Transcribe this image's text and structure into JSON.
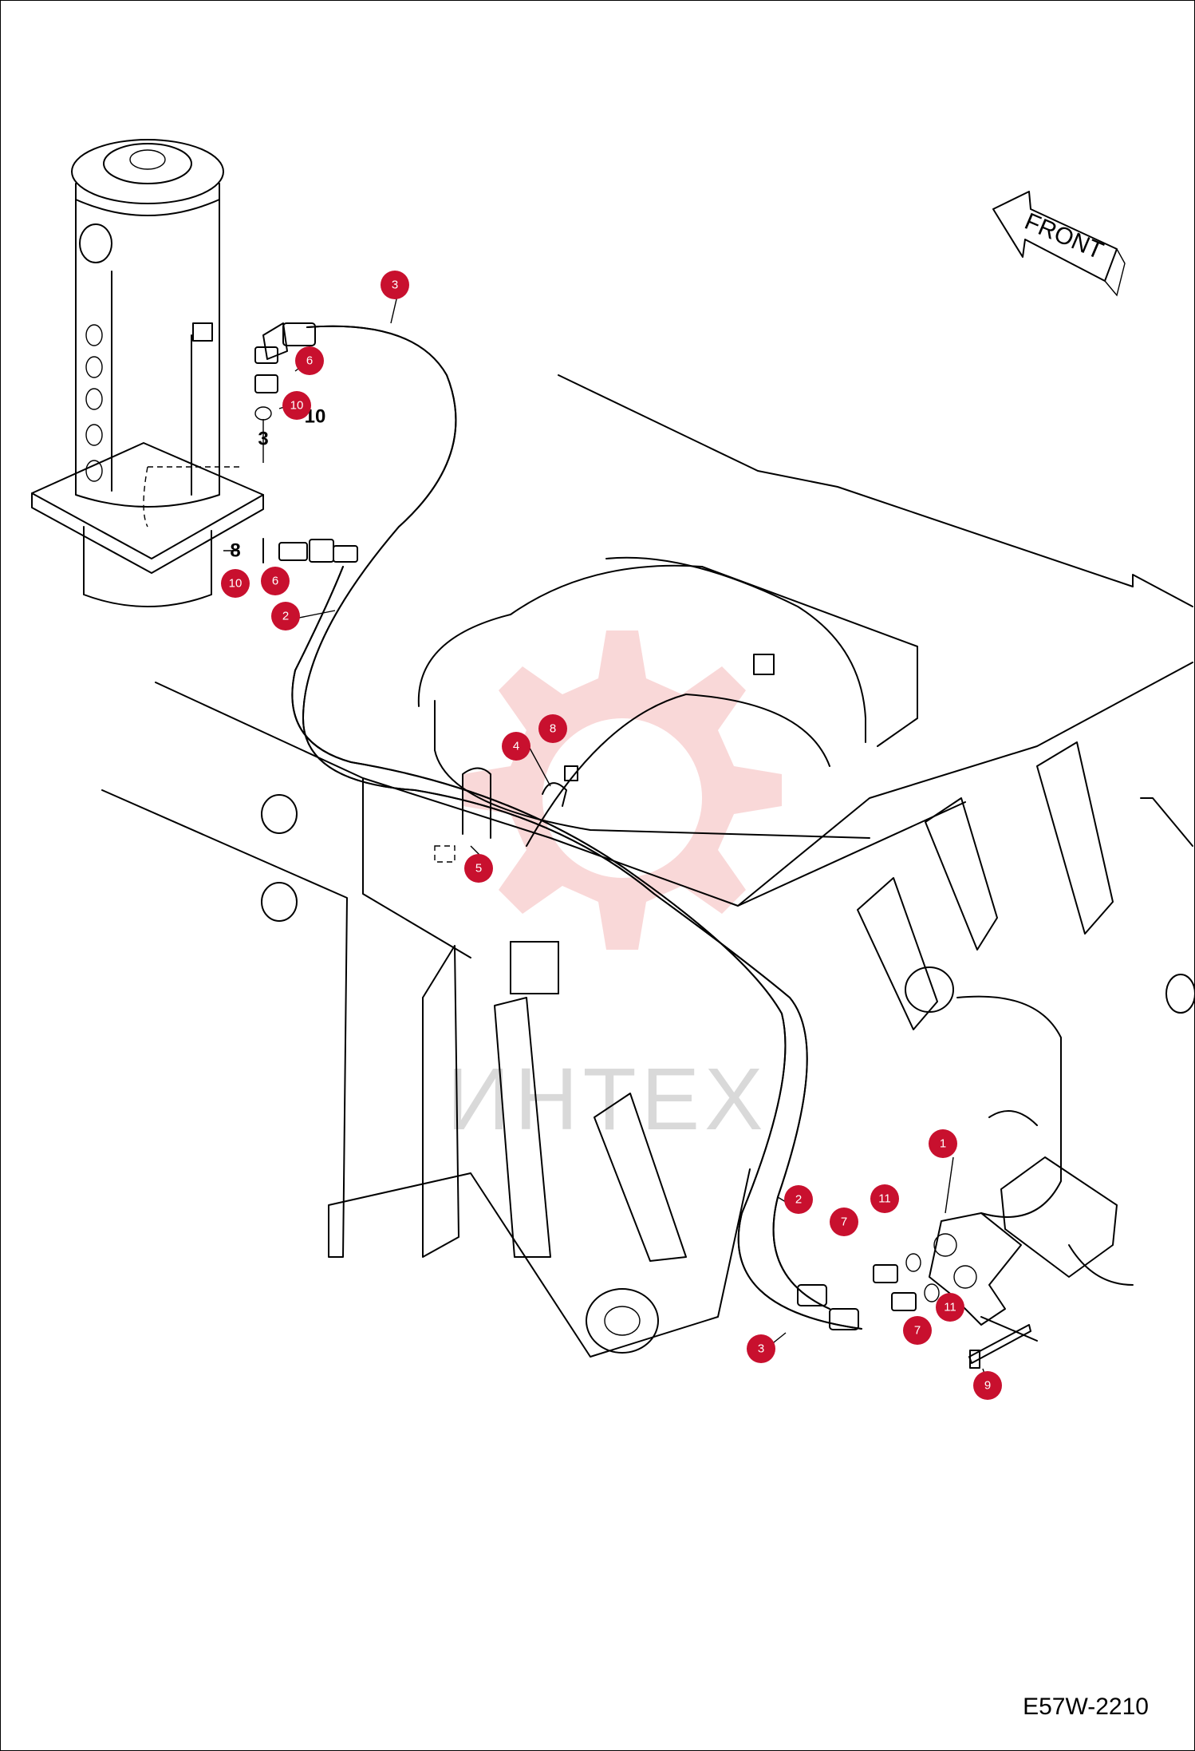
{
  "drawing_code": "E57W-2210",
  "front_arrow_label": "FRONT",
  "watermark_text": "ИНТЕХ",
  "callouts": [
    {
      "id": "1",
      "number": "1"
    },
    {
      "id": "2a",
      "number": "2"
    },
    {
      "id": "2b",
      "number": "2"
    },
    {
      "id": "3a",
      "number": "3"
    },
    {
      "id": "3b",
      "number": "3"
    },
    {
      "id": "4",
      "number": "4"
    },
    {
      "id": "5",
      "number": "5"
    },
    {
      "id": "6a",
      "number": "6"
    },
    {
      "id": "6b",
      "number": "6"
    },
    {
      "id": "7a",
      "number": "7"
    },
    {
      "id": "7b",
      "number": "7"
    },
    {
      "id": "8",
      "number": "8"
    },
    {
      "id": "9",
      "number": "9"
    },
    {
      "id": "10a",
      "number": "10"
    },
    {
      "id": "10b",
      "number": "10"
    },
    {
      "id": "11a",
      "number": "11"
    },
    {
      "id": "11b",
      "number": "11"
    }
  ],
  "drawing_marks": [
    {
      "id": "m3",
      "text": "3"
    },
    {
      "id": "m8",
      "text": "8"
    },
    {
      "id": "m10",
      "text": "10"
    }
  ],
  "colors": {
    "callout": "#c8102e",
    "watermark": "#f2a9a9"
  }
}
